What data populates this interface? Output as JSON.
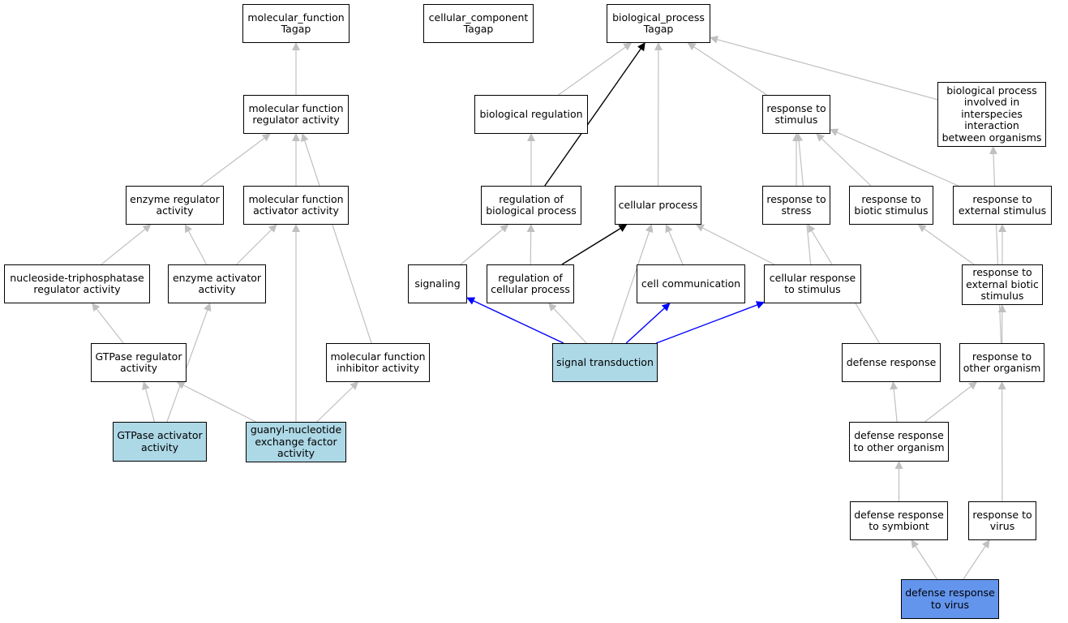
{
  "colors": {
    "edge_gray": "#c0c0c0",
    "edge_black": "#000000",
    "edge_blue": "#0000ff",
    "fill_light": "#add8e6",
    "fill_blue": "#6495ed"
  },
  "nodes": {
    "mf_root": {
      "label": "molecular_function\nTagap"
    },
    "cc_root": {
      "label": "cellular_component\nTagap"
    },
    "bp_root": {
      "label": "biological_process\nTagap"
    },
    "mf_reg": {
      "label": "molecular function\nregulator activity"
    },
    "bio_reg": {
      "label": "biological regulation"
    },
    "resp_stim": {
      "label": "response to\nstimulus"
    },
    "interspecies": {
      "label": "biological process\ninvolved in\ninterspecies\ninteraction\nbetween organisms"
    },
    "enz_reg": {
      "label": "enzyme regulator\nactivity"
    },
    "mf_act": {
      "label": "molecular function\nactivator activity"
    },
    "reg_bio": {
      "label": "regulation of\nbiological process"
    },
    "cell_proc": {
      "label": "cellular process"
    },
    "resp_stress": {
      "label": "response to\nstress"
    },
    "resp_biotic": {
      "label": "response to\nbiotic stimulus"
    },
    "resp_ext": {
      "label": "response to\nexternal stimulus"
    },
    "ntp_reg": {
      "label": "nucleoside-triphosphatase\nregulator activity"
    },
    "enz_act": {
      "label": "enzyme activator\nactivity"
    },
    "signaling": {
      "label": "signaling"
    },
    "reg_cell": {
      "label": "regulation of\ncellular process"
    },
    "cell_comm": {
      "label": "cell communication"
    },
    "cell_resp": {
      "label": "cellular response\nto stimulus"
    },
    "resp_ext_biotic": {
      "label": "response to\nexternal biotic\nstimulus"
    },
    "gtpase_reg": {
      "label": "GTPase regulator\nactivity"
    },
    "mf_inh": {
      "label": "molecular function\ninhibitor activity"
    },
    "sig_trans": {
      "label": "signal transduction"
    },
    "def_resp": {
      "label": "defense response"
    },
    "resp_other": {
      "label": "response to\nother organism"
    },
    "gtpase_act": {
      "label": "GTPase activator\nactivity"
    },
    "gnef": {
      "label": "guanyl-nucleotide\nexchange factor\nactivity"
    },
    "def_other": {
      "label": "defense response\nto other organism"
    },
    "def_symb": {
      "label": "defense response\nto symbiont"
    },
    "resp_virus": {
      "label": "response to\nvirus"
    },
    "def_virus": {
      "label": "defense response\nto virus"
    }
  },
  "edges": [
    {
      "from": "mf_reg",
      "to": "mf_root",
      "color": "gray"
    },
    {
      "from": "enz_reg",
      "to": "mf_reg",
      "color": "gray"
    },
    {
      "from": "mf_act",
      "to": "mf_reg",
      "color": "gray"
    },
    {
      "from": "mf_inh",
      "to": "mf_reg",
      "color": "gray"
    },
    {
      "from": "ntp_reg",
      "to": "enz_reg",
      "color": "gray"
    },
    {
      "from": "enz_act",
      "to": "enz_reg",
      "color": "gray"
    },
    {
      "from": "enz_act",
      "to": "mf_act",
      "color": "gray"
    },
    {
      "from": "gtpase_reg",
      "to": "ntp_reg",
      "color": "gray"
    },
    {
      "from": "gtpase_act",
      "to": "gtpase_reg",
      "color": "gray"
    },
    {
      "from": "gtpase_act",
      "to": "enz_act",
      "color": "gray"
    },
    {
      "from": "gnef",
      "to": "gtpase_reg",
      "color": "gray"
    },
    {
      "from": "gnef",
      "to": "mf_act",
      "color": "gray"
    },
    {
      "from": "gnef",
      "to": "mf_inh",
      "color": "gray"
    },
    {
      "from": "bio_reg",
      "to": "bp_root",
      "color": "gray"
    },
    {
      "from": "reg_bio",
      "to": "bp_root",
      "color": "black"
    },
    {
      "from": "cell_proc",
      "to": "bp_root",
      "color": "gray"
    },
    {
      "from": "resp_stim",
      "to": "bp_root",
      "color": "gray"
    },
    {
      "from": "interspecies",
      "to": "bp_root",
      "color": "gray"
    },
    {
      "from": "reg_bio",
      "to": "bio_reg",
      "color": "gray"
    },
    {
      "from": "signaling",
      "to": "reg_bio",
      "color": "gray"
    },
    {
      "from": "reg_cell",
      "to": "reg_bio",
      "color": "gray"
    },
    {
      "from": "reg_cell",
      "to": "cell_proc",
      "color": "black"
    },
    {
      "from": "sig_trans",
      "to": "cell_proc",
      "color": "gray"
    },
    {
      "from": "cell_comm",
      "to": "cell_proc",
      "color": "gray"
    },
    {
      "from": "cell_resp",
      "to": "cell_proc",
      "color": "gray"
    },
    {
      "from": "sig_trans",
      "to": "signaling",
      "color": "blue"
    },
    {
      "from": "sig_trans",
      "to": "reg_cell",
      "color": "gray"
    },
    {
      "from": "sig_trans",
      "to": "cell_comm",
      "color": "blue"
    },
    {
      "from": "sig_trans",
      "to": "cell_resp",
      "color": "blue"
    },
    {
      "from": "resp_stress",
      "to": "resp_stim",
      "color": "gray"
    },
    {
      "from": "resp_biotic",
      "to": "resp_stim",
      "color": "gray"
    },
    {
      "from": "resp_ext",
      "to": "resp_stim",
      "color": "gray"
    },
    {
      "from": "cell_resp",
      "to": "resp_stim",
      "color": "gray"
    },
    {
      "from": "resp_ext_biotic",
      "to": "resp_biotic",
      "color": "gray"
    },
    {
      "from": "resp_ext_biotic",
      "to": "resp_ext",
      "color": "gray"
    },
    {
      "from": "def_resp",
      "to": "resp_stress",
      "color": "gray"
    },
    {
      "from": "resp_other",
      "to": "resp_ext_biotic",
      "color": "gray"
    },
    {
      "from": "resp_other",
      "to": "interspecies",
      "color": "gray"
    },
    {
      "from": "def_other",
      "to": "def_resp",
      "color": "gray"
    },
    {
      "from": "def_other",
      "to": "resp_other",
      "color": "gray"
    },
    {
      "from": "def_symb",
      "to": "def_other",
      "color": "gray"
    },
    {
      "from": "resp_virus",
      "to": "resp_other",
      "color": "gray"
    },
    {
      "from": "def_virus",
      "to": "def_symb",
      "color": "gray"
    },
    {
      "from": "def_virus",
      "to": "resp_virus",
      "color": "gray"
    }
  ]
}
